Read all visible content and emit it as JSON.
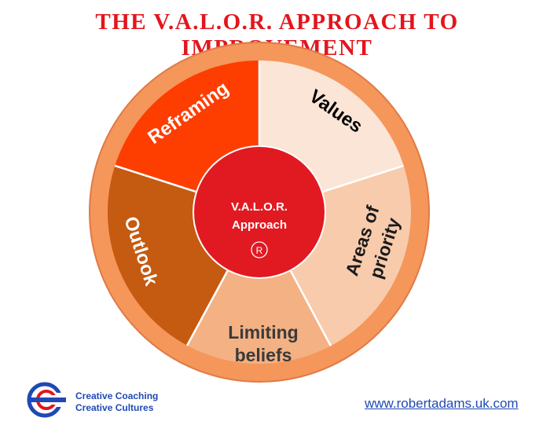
{
  "title": "THE V.A.L.O.R. APPROACH TO IMPROVEMENT",
  "center": {
    "line1": "V.A.L.O.R.",
    "line2": "Approach",
    "mark": "R"
  },
  "segments": {
    "reframing": "Reframing",
    "values": "Values",
    "areas_line1": "Areas of",
    "areas_line2": "priority",
    "limiting_line1": "Limiting",
    "limiting_line2": "beliefs",
    "outlook": "Outlook"
  },
  "logo": {
    "line1": "Creative Coaching",
    "line2": "Creative Cultures"
  },
  "url": "www.robertadams.uk.com",
  "colors": {
    "title": "#e3151d",
    "outer_ring": "#f5965b",
    "reframing": "#fe3d00",
    "values": "#fbe5d6",
    "areas": "#f7cbac",
    "limiting": "#f4b183",
    "outlook": "#c55a11",
    "center": "#e11a22",
    "link": "#1f49b4"
  }
}
